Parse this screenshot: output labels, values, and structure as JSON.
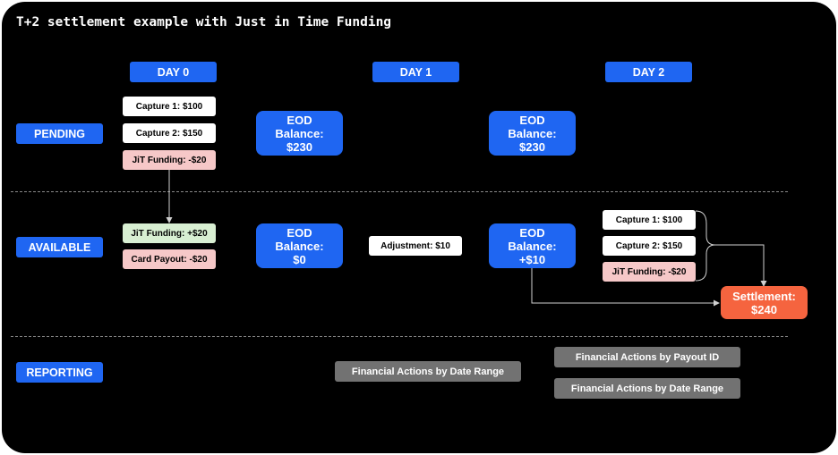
{
  "title": "T+2 settlement example with Just in Time Funding",
  "days": [
    "DAY 0",
    "DAY 1",
    "DAY 2"
  ],
  "rows": {
    "pending": "PENDING",
    "available": "AVAILABLE",
    "reporting": "REPORTING"
  },
  "pending": {
    "day0_items": [
      "Capture 1:  $100",
      "Capture 2: $150",
      "JiT Funding: -$20"
    ],
    "eod_day1": [
      "EOD",
      "Balance:",
      "$230"
    ],
    "eod_day2": [
      "EOD",
      "Balance:",
      "$230"
    ]
  },
  "available": {
    "day0_items": [
      "JiT Funding: +$20",
      "Card Payout: -$20"
    ],
    "eod_day1": [
      "EOD",
      "Balance:",
      "$0"
    ],
    "adjustment": "Adjustment: $10",
    "eod_day2": [
      "EOD",
      "Balance:",
      "+$10"
    ],
    "day2_items": [
      "Capture 1:  $100",
      "Capture 2: $150",
      "JiT Funding: -$20"
    ],
    "settlement": [
      "Settlement:",
      "$240"
    ]
  },
  "reporting": {
    "day1": "Financial Actions by Date Range",
    "day2": [
      "Financial Actions by Payout ID",
      "Financial Actions by Date Range"
    ]
  },
  "colors": {
    "background": "#000000",
    "blue": "#1f66f2",
    "pink": "#f6c8c8",
    "green": "#d8efd2",
    "gray": "#727272",
    "orange": "#f5643f"
  }
}
